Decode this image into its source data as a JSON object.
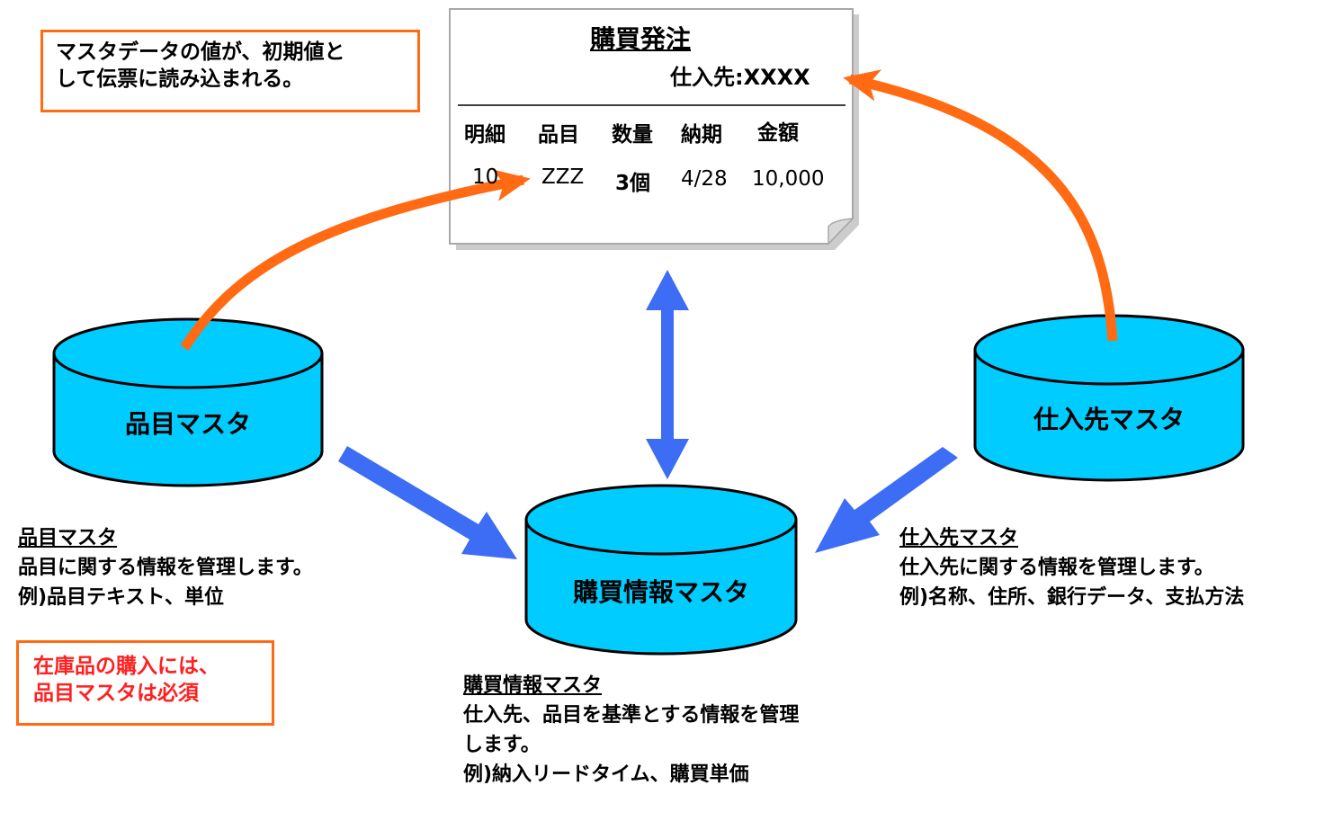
{
  "note": {
    "line1": "マスタデータの値が、初期値と",
    "line2": "して伝票に読み込まれる。"
  },
  "document": {
    "title": "購買発注",
    "vendor": "仕入先:XXXX",
    "headers": [
      "明細",
      "品目",
      "数量",
      "納期",
      "金額"
    ],
    "row": [
      "10",
      "ZZZ",
      "3個",
      "4/28",
      "10,000"
    ]
  },
  "databases": {
    "material": "品目マスタ",
    "vendor": "仕入先マスタ",
    "purchasing_info": "購買情報マスタ"
  },
  "descriptions": {
    "material": {
      "title": "品目マスタ",
      "line1": "品目に関する情報を管理します。",
      "line2": "例)品目テキスト、単位"
    },
    "vendor": {
      "title": "仕入先マスタ",
      "line1": "仕入先に関する情報を管理します。",
      "line2": "例)名称、住所、銀行データ、支払方法"
    },
    "purchasing_info": {
      "title": "購買情報マスタ",
      "line1": "仕入先、品目を基準とする情報を管理",
      "line2": "します。",
      "line3": "例)納入リードタイム、購買単価"
    }
  },
  "warning": {
    "line1": "在庫品の購入には、",
    "line2": "品目マスタは必須"
  },
  "colors": {
    "orange_arrow": "#ff6a13",
    "blue_arrow": "#3d6cf5",
    "cylinder_fill": "#00ccff",
    "warning_text": "#ff2020"
  }
}
